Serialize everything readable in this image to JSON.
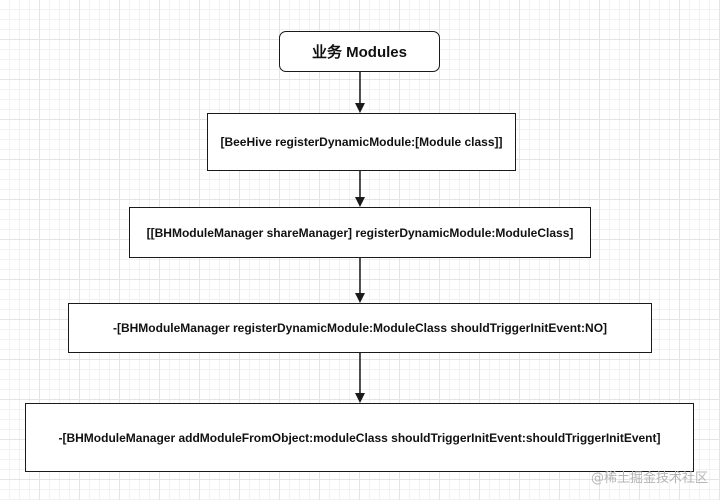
{
  "diagram": {
    "nodes": [
      {
        "label": "业务 Modules"
      },
      {
        "label": "[BeeHive registerDynamicModule:[Module class]]"
      },
      {
        "label": "[[BHModuleManager shareManager] registerDynamicModule:ModuleClass]"
      },
      {
        "label": "-[BHModuleManager registerDynamicModule:ModuleClass shouldTriggerInitEvent:NO]"
      },
      {
        "label": "-[BHModuleManager addModuleFromObject:moduleClass shouldTriggerInitEvent:shouldTriggerInitEvent]"
      }
    ],
    "edges": [
      {
        "from": 0,
        "to": 1
      },
      {
        "from": 1,
        "to": 2
      },
      {
        "from": 2,
        "to": 3
      },
      {
        "from": 3,
        "to": 4
      }
    ]
  },
  "watermark": "@稀土掘金技术社区",
  "colors": {
    "stroke": "#1a1a1a",
    "text": "#111111",
    "grid": "#e4e4e4",
    "watermark": "#b5b5b5"
  }
}
